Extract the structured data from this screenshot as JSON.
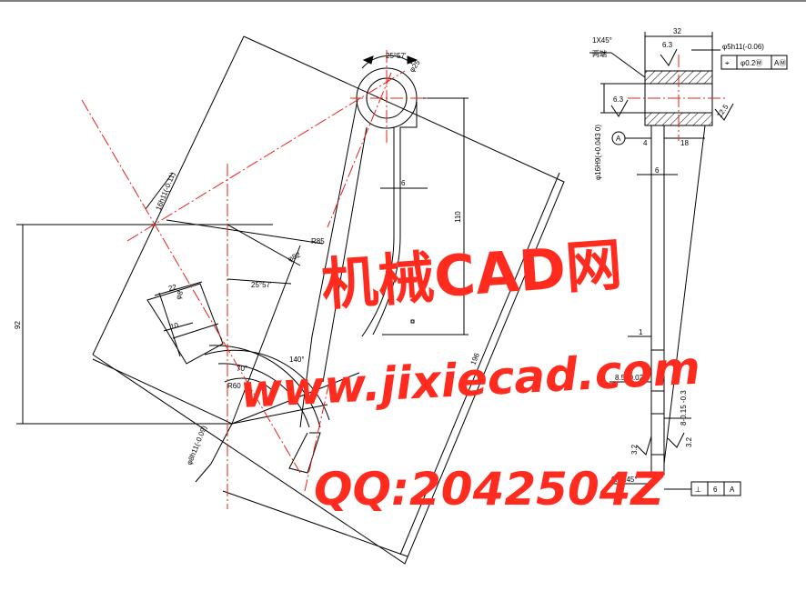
{
  "drawing": {
    "colors": {
      "line": "#000000",
      "center_line": "#e8201a",
      "hatch": "#000000",
      "watermark": "#ff2b1f"
    },
    "main_view": {
      "dims": {
        "angle_top": "25°57'",
        "hole_top": "φ25",
        "hole_h11": "16h11(-0.11)",
        "rib": "6",
        "len_110": "110",
        "r_85": "R85",
        "r_82": "φ82",
        "angle_mid": "25°57'",
        "len_92": "92",
        "len_22": "22",
        "dia_8": "φ8",
        "len_10": "10",
        "angle_70": "70°",
        "angle_140": "140°",
        "r_60": "R60",
        "dia_bottom": "φ8h11(-0.09)",
        "len_196": "196"
      }
    },
    "side_view": {
      "dims": {
        "width_32": "32",
        "chamfer": "1X45°",
        "both_ends": "两端",
        "rough_63_a": "6.3",
        "rough_63_b": "6.3",
        "rough_125": "12.5",
        "shaft_fit": "φ5h11(-0.06)",
        "gdt_pos": "⌖",
        "gdt_tol": "φ0.2Ⓜ",
        "gdt_ref": "AⓂ",
        "bore": "φ16H9(+0.043 0)",
        "datum_a": "A",
        "dim_4": "4",
        "dim_18": "18",
        "dim_6": "6",
        "dim_1": "1",
        "dim_85": "8.5±0.025",
        "dim_8": "8-0.15 -0.3",
        "rough_32_a": "3.2",
        "rough_32_b": "3.2",
        "chamfer_bottom": "0.5X45°",
        "gdt2_sym": "⊥",
        "gdt2_val": "6",
        "gdt2_ref": "A"
      }
    }
  },
  "watermark": {
    "title": "机械CAD网",
    "url": "www.jixiecad.com",
    "qq": "QQ:2042504Z"
  }
}
